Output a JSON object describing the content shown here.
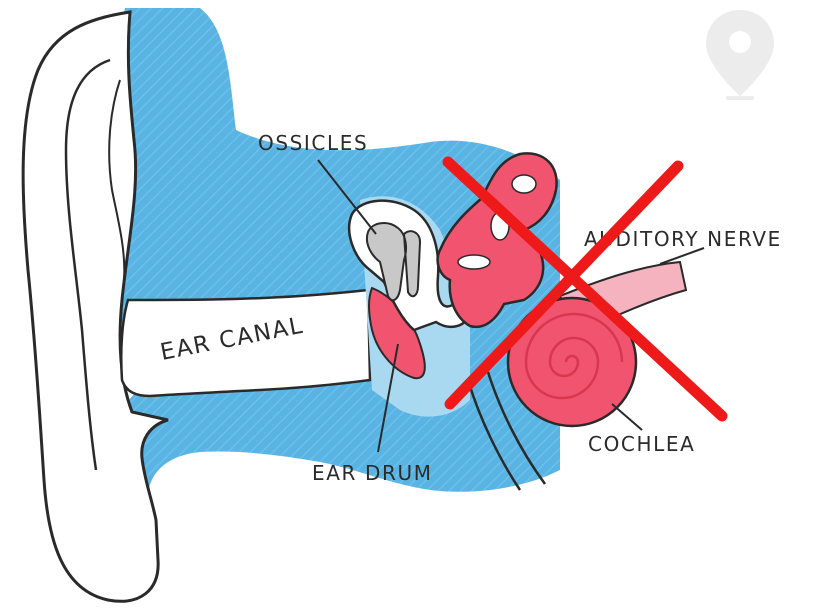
{
  "labels": {
    "ossicles": "OSSICLES",
    "auditory_nerve": "AUDITORY NERVE",
    "ear_canal": "EAR CANAL",
    "ear_drum": "EAR DRUM",
    "cochlea": "COCHLEA"
  },
  "colors": {
    "blue": "#59b4e3",
    "blue_light": "#a9d9f1",
    "pink": "#f0546e",
    "pink_dark": "#d9364f",
    "pink_light": "#f5b3bf",
    "outline": "#2a2a2a",
    "ossicle_grey": "#c8c8c8",
    "cross_red": "#ee1a1a",
    "watermark": "#e6e6e6"
  },
  "icons": [
    "location-pin-icon",
    "red-cross-icon"
  ]
}
